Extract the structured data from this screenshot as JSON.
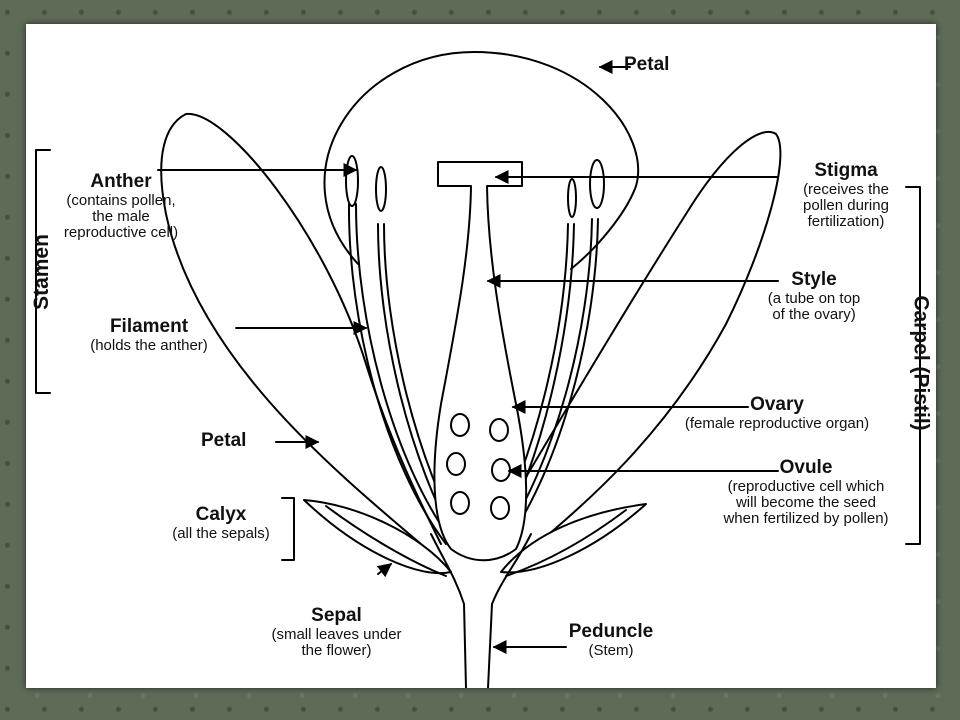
{
  "labels": {
    "petal_top": "Petal",
    "stigma": {
      "title": "Stigma",
      "desc": [
        "(receives the",
        "pollen during",
        "fertilization)"
      ]
    },
    "anther": {
      "title": "Anther",
      "desc": [
        "(contains pollen,",
        "the male",
        "reproductive cell)"
      ]
    },
    "style": {
      "title": "Style",
      "desc": [
        "(a tube on top",
        "of the ovary)"
      ]
    },
    "filament": {
      "title": "Filament",
      "desc": [
        "(holds the anther)"
      ]
    },
    "ovary": {
      "title": "Ovary",
      "desc": [
        "(female reproductive organ)"
      ]
    },
    "petal_left": "Petal",
    "ovule": {
      "title": "Ovule",
      "desc": [
        "(reproductive cell which",
        "will become the seed",
        "when fertilized by pollen)"
      ]
    },
    "calyx": {
      "title": "Calyx",
      "desc": [
        "(all the sepals)"
      ]
    },
    "sepal": {
      "title": "Sepal",
      "desc": [
        "(small leaves under",
        "the flower)"
      ]
    },
    "peduncle": {
      "title": "Peduncle",
      "desc": [
        "(Stem)"
      ]
    }
  },
  "groups": {
    "stamen": "Stamen",
    "carpel": "Carpel (Pistil)"
  }
}
